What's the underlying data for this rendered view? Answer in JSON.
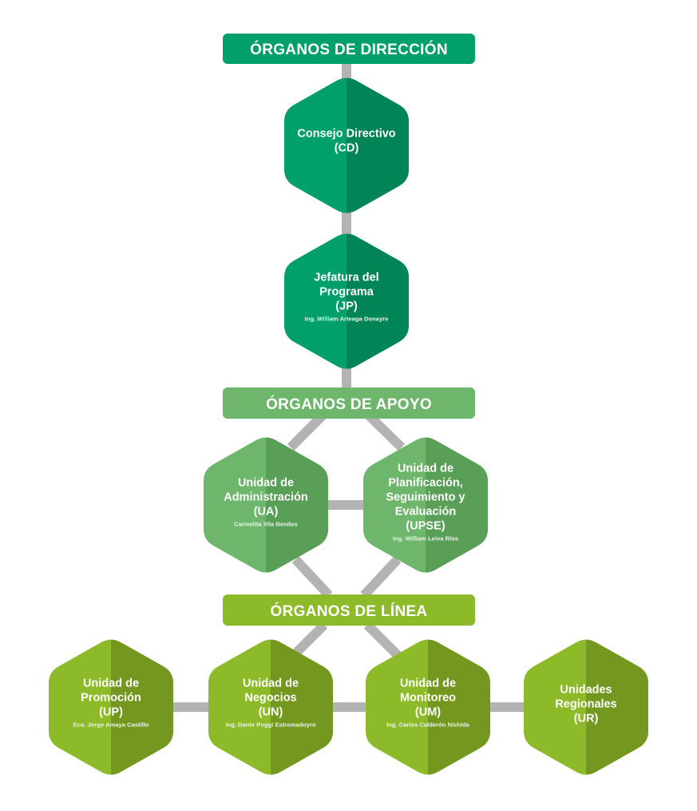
{
  "colors": {
    "connector": "#b3b3b3",
    "direccion": "#019f69",
    "direccion_dark": "#018456",
    "apoyo": "#6db66b",
    "apoyo_dark": "#5a9f57",
    "linea": "#8dba28",
    "linea_dark": "#74981f"
  },
  "sections": {
    "direccion": "ÓRGANOS DE DIRECCIÓN",
    "apoyo": "ÓRGANOS DE APOYO",
    "linea": "ÓRGANOS DE LÍNEA"
  },
  "units": {
    "cd": {
      "lines": [
        "Consejo Directivo",
        "(CD)"
      ],
      "person": ""
    },
    "jp": {
      "lines": [
        "Jefatura del",
        "Programa",
        "(JP)"
      ],
      "person": "Ing. William Arteaga Donayre"
    },
    "ua": {
      "lines": [
        "Unidad de",
        "Administración",
        "(UA)"
      ],
      "person": "Carmelita Vila Benites"
    },
    "upse": {
      "lines": [
        "Unidad de",
        "Planificación,",
        "Seguimiento y",
        "Evaluación",
        "(UPSE)"
      ],
      "person": "Ing. William Leiva Ríos"
    },
    "up": {
      "lines": [
        "Unidad de",
        "Promoción",
        "(UP)"
      ],
      "person": "Eco. Jorge Amaya Castillo"
    },
    "un": {
      "lines": [
        "Unidad de",
        "Negocios",
        "(UN)"
      ],
      "person": "Ing. Dante Poggi Estremadoyro"
    },
    "um": {
      "lines": [
        "Unidad de",
        "Monitoreo",
        "(UM)"
      ],
      "person": "Ing. Carlos Calderón Nishida"
    },
    "ur": {
      "lines": [
        "Unidades",
        "Regionales",
        "(UR)"
      ],
      "person": ""
    }
  }
}
